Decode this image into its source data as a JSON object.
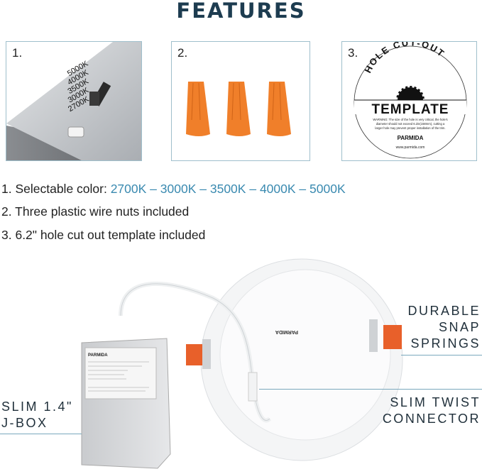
{
  "title": "FEATURES",
  "panels": [
    {
      "number": "1.",
      "switch_labels": [
        "5000K",
        "4000K",
        "3500K",
        "3000K",
        "2700K"
      ]
    },
    {
      "number": "2."
    },
    {
      "number": "3.",
      "template": {
        "arc_text": "HOLE CUT-OUT",
        "heading": "TEMPLATE",
        "warning": [
          "WARNING: The size of the hole is very critical, the hole's",
          "diameter should not exceed 6.2in(158mm), cutting a",
          "larger hole may prevent proper installation of the trim."
        ],
        "brand": "PARMIDA",
        "website": "www.parmida.com"
      }
    }
  ],
  "features": {
    "line1_prefix": "1. Selectable color: ",
    "temperatures": [
      "2700K",
      "3000K",
      "3500K",
      "4000K",
      "5000K"
    ],
    "separator": " – ",
    "line2": "2. Three plastic wire nuts included",
    "line3": "3. 6.2\" hole cut out template included"
  },
  "callouts": {
    "springs": [
      "DURABLE",
      "SNAP",
      "SPRINGS"
    ],
    "connector": [
      "SLIM TWIST",
      "CONNECTOR"
    ],
    "jbox": [
      "SLIM 1.4\"",
      "J-BOX"
    ]
  },
  "product_label": {
    "brand": "PARMIDA"
  },
  "colors": {
    "title": "#1d3c50",
    "accent": "#3a8ab0",
    "wire_nut": "#f07f2a",
    "spring_clip": "#e8602a"
  }
}
